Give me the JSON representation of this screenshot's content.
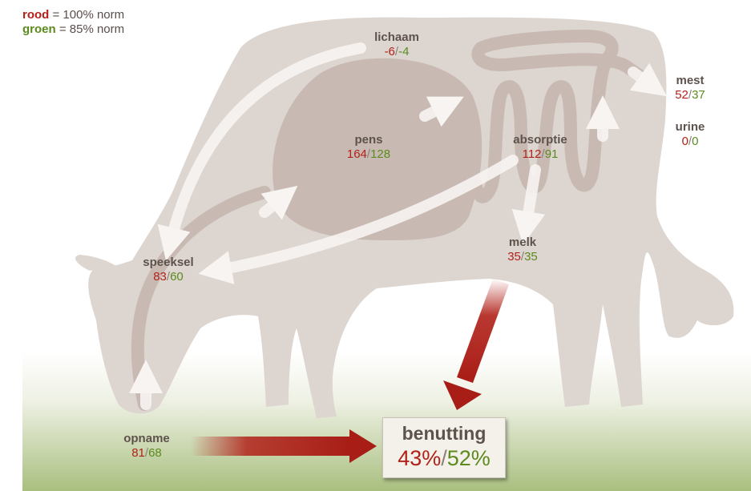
{
  "legend": {
    "red_word": "rood",
    "red_text": "= 100% norm",
    "green_word": "groen",
    "green_text": "= 85% norm"
  },
  "labels": {
    "lichaam": {
      "name": "lichaam",
      "red": "-6",
      "green": "-4"
    },
    "mest": {
      "name": "mest",
      "red": "52",
      "green": "37"
    },
    "urine": {
      "name": "urine",
      "red": "0",
      "green": "0"
    },
    "pens": {
      "name": "pens",
      "red": "164",
      "green": "128"
    },
    "absorptie": {
      "name": "absorptie",
      "red": "112",
      "green": "91"
    },
    "speeksel": {
      "name": "speeksel",
      "red": "83",
      "green": "60"
    },
    "melk": {
      "name": "melk",
      "red": "35",
      "green": "35"
    },
    "opname": {
      "name": "opname",
      "red": "81",
      "green": "68"
    }
  },
  "benutting": {
    "title": "benutting",
    "red": "43%",
    "green": "52%"
  },
  "separator": "/",
  "colors": {
    "red": "#b1221a",
    "green": "#5c8a1e",
    "cow": "#ddd5cf",
    "organ": "#c8bab3",
    "text": "#5e524d"
  }
}
